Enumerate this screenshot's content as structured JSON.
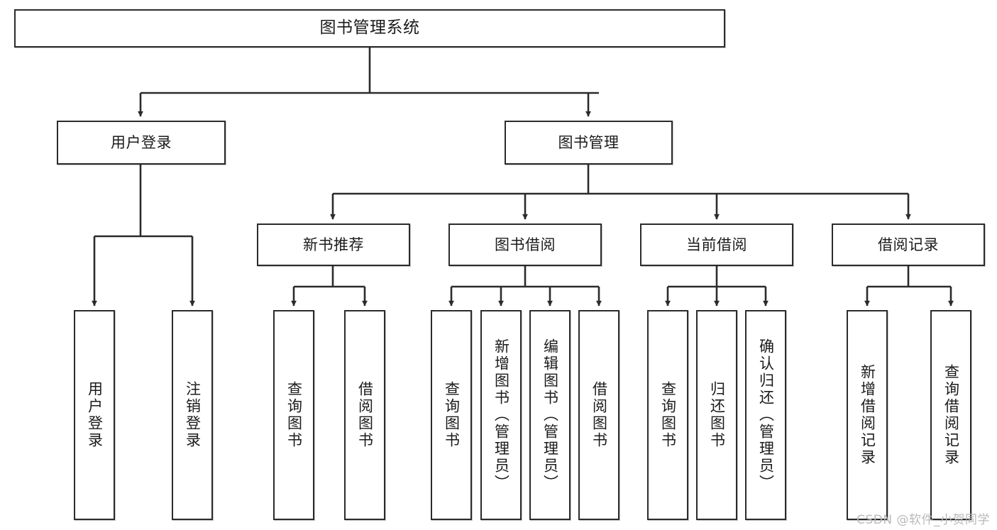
{
  "diagram": {
    "title": "图书管理系统",
    "watermark": "CSDN @软件_小贺同学",
    "stroke_color": "#2b2b2b",
    "background_color": "#ffffff",
    "text_color": "#1b1b1b",
    "watermark_color": "#b9b9b9"
  },
  "root": {
    "label": "图书管理系统"
  },
  "tier1": [
    {
      "label": "用户登录"
    },
    {
      "label": "图书管理"
    }
  ],
  "tier2": [
    {
      "label": "新书推荐"
    },
    {
      "label": "图书借阅"
    },
    {
      "label": "当前借阅"
    },
    {
      "label": "借阅记录"
    }
  ],
  "leaves": {
    "user_login": [
      {
        "label": "用户登录"
      },
      {
        "label": "注销登录"
      }
    ],
    "new_book": [
      {
        "label": "查询图书"
      },
      {
        "label": "借阅图书"
      }
    ],
    "book_borrow": [
      {
        "label": "查询图书"
      },
      {
        "label": "新增图书（管理员）"
      },
      {
        "label": "编辑图书（管理员）"
      },
      {
        "label": "借阅图书"
      }
    ],
    "current_borrow": [
      {
        "label": "查询图书"
      },
      {
        "label": "归还图书"
      },
      {
        "label": "确认归还（管理员）"
      }
    ],
    "borrow_record": [
      {
        "label": "新增借阅记录"
      },
      {
        "label": "查询借阅记录"
      }
    ]
  }
}
